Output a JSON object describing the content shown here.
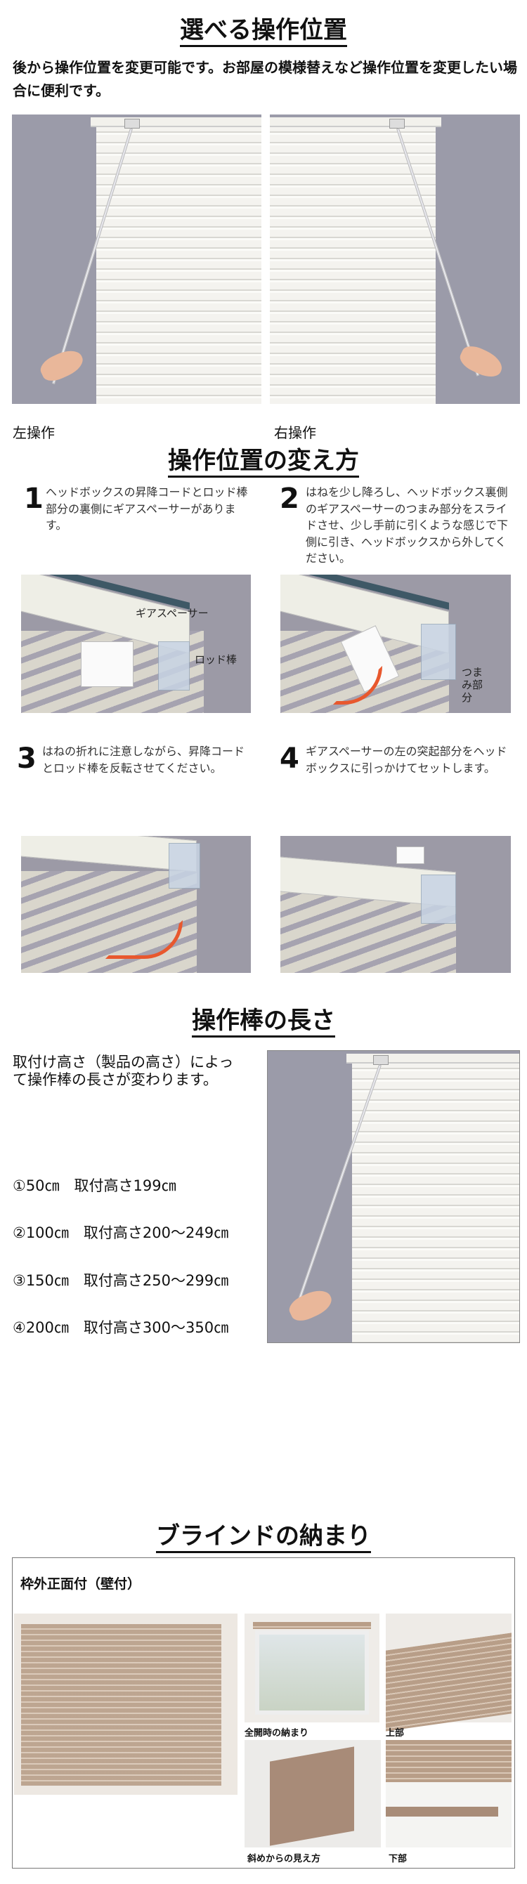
{
  "section1": {
    "title": "選べる操作位置",
    "description": "後から操作位置を変更可能です。お部屋の模様替えなど操作位置を変更したい場合に便利です。",
    "left_label": "左操作",
    "right_label": "右操作"
  },
  "section2": {
    "title": "操作位置の変え方",
    "steps": [
      {
        "num": "1",
        "text": "ヘッドボックスの昇降コードとロッド棒部分の裏側にギアスペーサーがあります。"
      },
      {
        "num": "2",
        "text": "はねを少し降ろし、ヘッドボックス裏側のギアスペーサーのつまみ部分をスライドさせ、少し手前に引くような感じで下側に引き、ヘッドボックスから外してください。"
      },
      {
        "num": "3",
        "text": "はねの折れに注意しながら、昇降コードとロッド棒を反転させてください。"
      },
      {
        "num": "4",
        "text": "ギアスペーサーの左の突起部分をヘッドボックスに引っかけてセットします。"
      }
    ],
    "annotations": {
      "gear_spacer": "ギアスペーサー",
      "rod": "ロッド棒",
      "knob": "つまみ部分"
    },
    "arrow_color": "#e8582e"
  },
  "section3": {
    "title": "操作棒の長さ",
    "description": "取付け高さ（製品の高さ）によって操作棒の長さが変わります。",
    "items": [
      "①50㎝　取付高さ199㎝",
      "②100㎝　取付高さ200～249㎝",
      "③150㎝　取付高さ250～299㎝",
      "④200㎝　取付高さ300～350㎝"
    ]
  },
  "section4": {
    "title": "ブラインドの納まり",
    "box_label": "枠外正面付（壁付）",
    "captions": {
      "full_open": "全開時の納まり",
      "top": "上部",
      "diagonal": "斜めからの見え方",
      "bottom": "下部"
    }
  }
}
